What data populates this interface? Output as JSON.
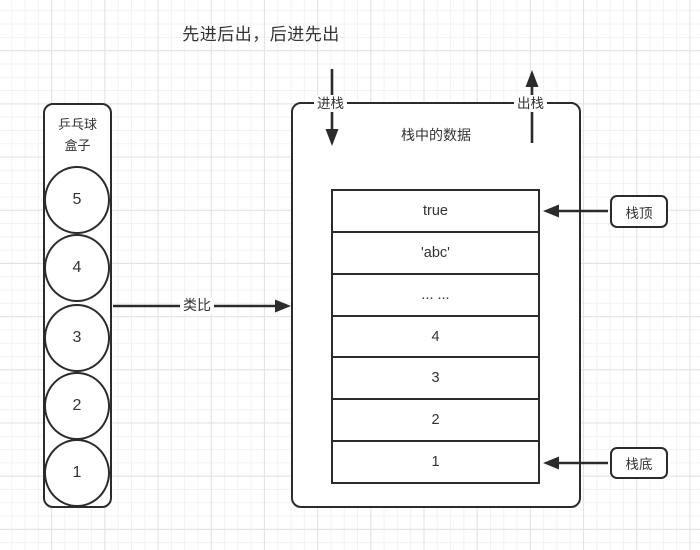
{
  "title": "先进后出，后进先出",
  "colors": {
    "stroke": "#2b2b2b",
    "text": "#333333",
    "grid_minor": "#f2f2f2",
    "grid_major": "#e2e2e2",
    "background": "#ffffff"
  },
  "ball_box": {
    "label_line1": "乒乓球",
    "label_line2": "盒子",
    "balls": [
      "5",
      "4",
      "3",
      "2",
      "1"
    ]
  },
  "analogy": {
    "label": "类比"
  },
  "stack": {
    "title": "栈中的数据",
    "push_label": "进栈",
    "pop_label": "出栈",
    "cells": [
      "true",
      "'abc'",
      "... ...",
      "4",
      "3",
      "2",
      "1"
    ]
  },
  "pointers": {
    "top_label": "栈顶",
    "bottom_label": "栈底"
  }
}
